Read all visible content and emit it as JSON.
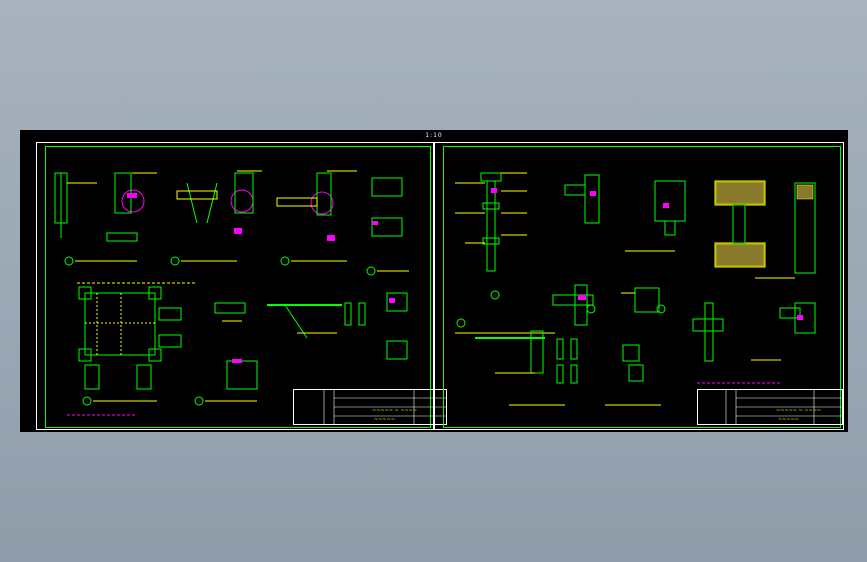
{
  "viewport_title": "1:10",
  "colors": {
    "background": "#9aa6b3",
    "canvas": "#000000",
    "frame": "#ffffff",
    "inner_frame": "#00ff00",
    "line_green": "#00ff00",
    "line_yellow": "#ffff00",
    "line_magenta": "#ff00ff",
    "line_cyan": "#00ffff",
    "line_white": "#ffffff"
  },
  "sheets": [
    {
      "name": "sheet-left",
      "title_block": {
        "drawing_title": "~~~~~ ~ ~~~~",
        "drawing_no": "~~~~~"
      }
    },
    {
      "name": "sheet-right",
      "title_block": {
        "drawing_title": "~~~~~ ~ ~~~~",
        "drawing_no": "~~~~~"
      }
    }
  ]
}
